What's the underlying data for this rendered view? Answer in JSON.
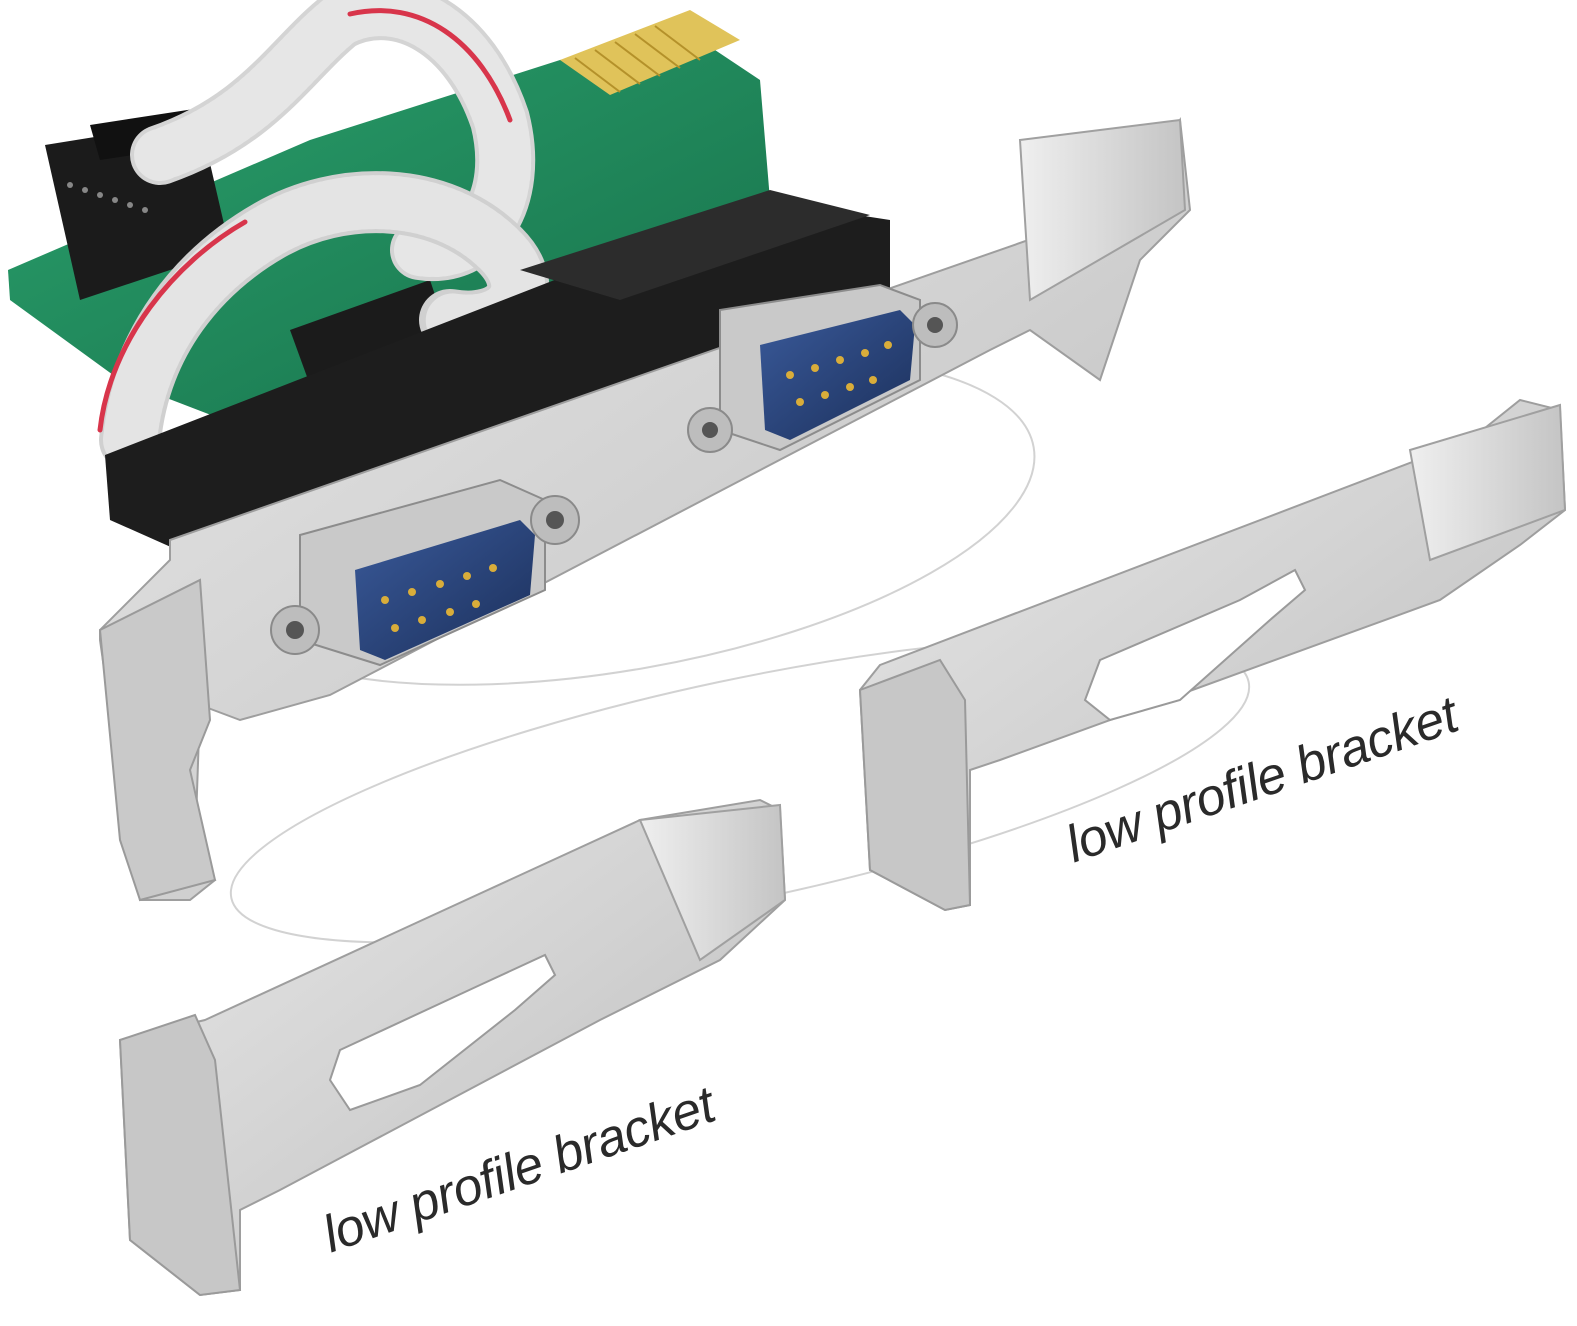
{
  "product": {
    "component_name": "pcie-serial-card",
    "ports": [
      "db9-male-1",
      "db9-male-2"
    ]
  },
  "captions": {
    "right_bracket": "low profile bracket",
    "left_bracket": "low profile bracket"
  },
  "colors": {
    "pcb": "#1f8a5c",
    "metal": "#d7d7d7",
    "metal_dark": "#a9a9a9",
    "connector_blue": "#24407a",
    "ribbon": "#d9d9d9",
    "ribbon_red": "#d8354b",
    "plastic": "#1c1c1c",
    "gold": "#d9ad3a"
  }
}
